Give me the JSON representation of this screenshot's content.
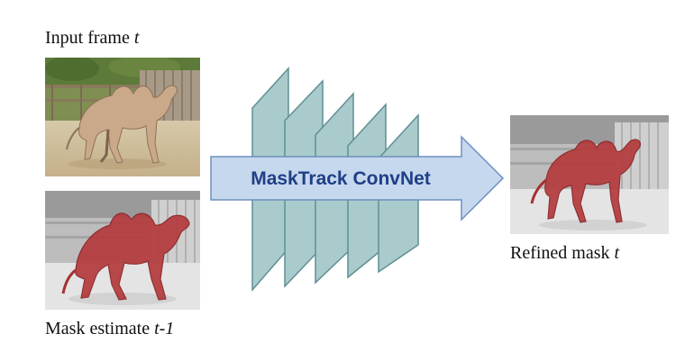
{
  "input_label": {
    "text": "Input frame ",
    "var": "t"
  },
  "mask_label": {
    "text": "Mask estimate ",
    "var": "t-1"
  },
  "output_label": {
    "text": "Refined mask ",
    "var": "t"
  },
  "network_label": "MaskTrack ConvNet",
  "colors": {
    "layer_fill": "#a9cbcb",
    "layer_stroke": "#5f8f94",
    "arrow_fill": "#c6d8ee",
    "arrow_stroke": "#6d8fbe",
    "arrow_text": "#1f3f86",
    "mask_red": "#b43a3c"
  },
  "icons": {
    "network_layers": "stacked-conv-layers-icon",
    "flow_arrow": "right-arrow-icon"
  }
}
